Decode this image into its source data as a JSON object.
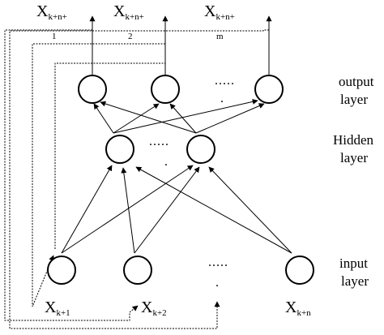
{
  "layers": {
    "output": [
      "output",
      "layer"
    ],
    "hidden": [
      "Hidden",
      "layer"
    ],
    "input": [
      "input",
      "layer"
    ]
  },
  "output_labels": [
    {
      "main": "X",
      "sub": "k+n+"
    },
    {
      "main": "X",
      "sub": "k+n+"
    },
    {
      "main": "X",
      "sub": "k+n+"
    }
  ],
  "output_indices": [
    "1",
    "2",
    "m"
  ],
  "input_labels": [
    {
      "main": "X",
      "sub": "k+1"
    },
    {
      "main": "X",
      "sub": "k+2"
    },
    {
      "main": "X",
      "sub": "k+n"
    }
  ],
  "ellipsis": {
    "horizontal": ".....",
    "vertical": "."
  }
}
